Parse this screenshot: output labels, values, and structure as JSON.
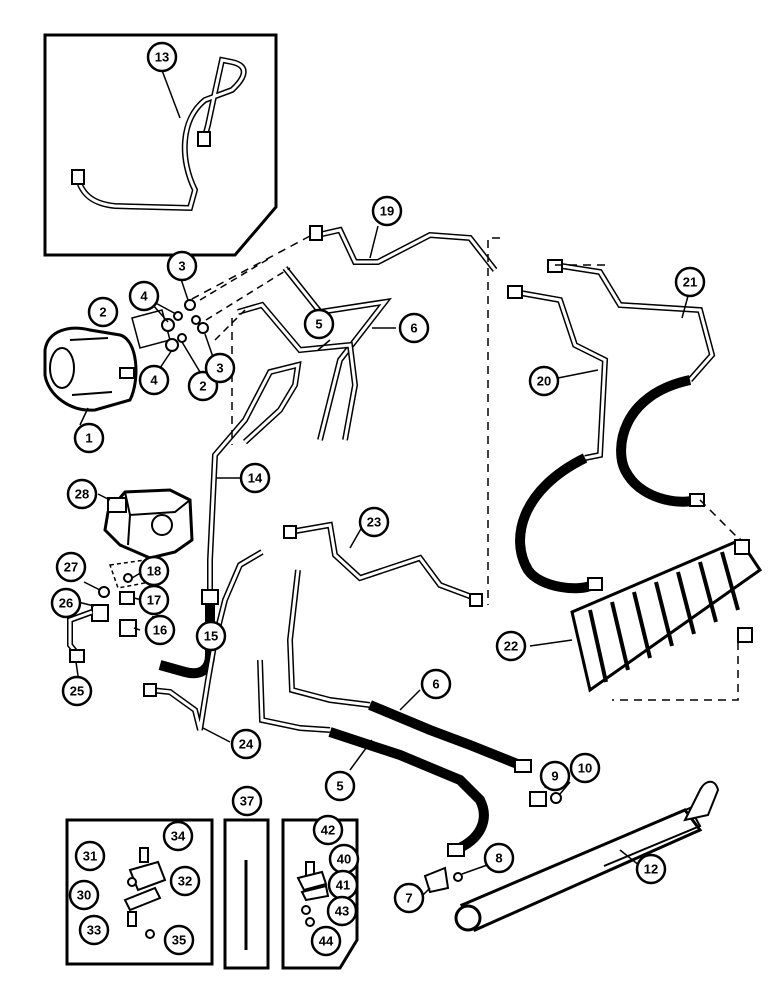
{
  "diagram": {
    "callouts": [
      {
        "key": "c1",
        "label": "1"
      },
      {
        "key": "c2a",
        "label": "2"
      },
      {
        "key": "c2b",
        "label": "2"
      },
      {
        "key": "c3a",
        "label": "3"
      },
      {
        "key": "c3b",
        "label": "3"
      },
      {
        "key": "c4a",
        "label": "4"
      },
      {
        "key": "c4b",
        "label": "4"
      },
      {
        "key": "c5a",
        "label": "5"
      },
      {
        "key": "c5b",
        "label": "5"
      },
      {
        "key": "c6a",
        "label": "6"
      },
      {
        "key": "c6b",
        "label": "6"
      },
      {
        "key": "c7",
        "label": "7"
      },
      {
        "key": "c8",
        "label": "8"
      },
      {
        "key": "c9",
        "label": "9"
      },
      {
        "key": "c10",
        "label": "10"
      },
      {
        "key": "c12",
        "label": "12"
      },
      {
        "key": "c13",
        "label": "13"
      },
      {
        "key": "c14",
        "label": "14"
      },
      {
        "key": "c15",
        "label": "15"
      },
      {
        "key": "c16",
        "label": "16"
      },
      {
        "key": "c17",
        "label": "17"
      },
      {
        "key": "c18",
        "label": "18"
      },
      {
        "key": "c19",
        "label": "19"
      },
      {
        "key": "c20",
        "label": "20"
      },
      {
        "key": "c21",
        "label": "21"
      },
      {
        "key": "c22",
        "label": "22"
      },
      {
        "key": "c23",
        "label": "23"
      },
      {
        "key": "c24",
        "label": "24"
      },
      {
        "key": "c25",
        "label": "25"
      },
      {
        "key": "c26",
        "label": "26"
      },
      {
        "key": "c27",
        "label": "27"
      },
      {
        "key": "c28",
        "label": "28"
      },
      {
        "key": "c30",
        "label": "30"
      },
      {
        "key": "c31",
        "label": "31"
      },
      {
        "key": "c32",
        "label": "32"
      },
      {
        "key": "c33",
        "label": "33"
      },
      {
        "key": "c34",
        "label": "34"
      },
      {
        "key": "c35",
        "label": "35"
      },
      {
        "key": "c37",
        "label": "37"
      },
      {
        "key": "c40",
        "label": "40"
      },
      {
        "key": "c41",
        "label": "41"
      },
      {
        "key": "c42",
        "label": "42"
      },
      {
        "key": "c43",
        "label": "43"
      },
      {
        "key": "c44",
        "label": "44"
      }
    ]
  }
}
